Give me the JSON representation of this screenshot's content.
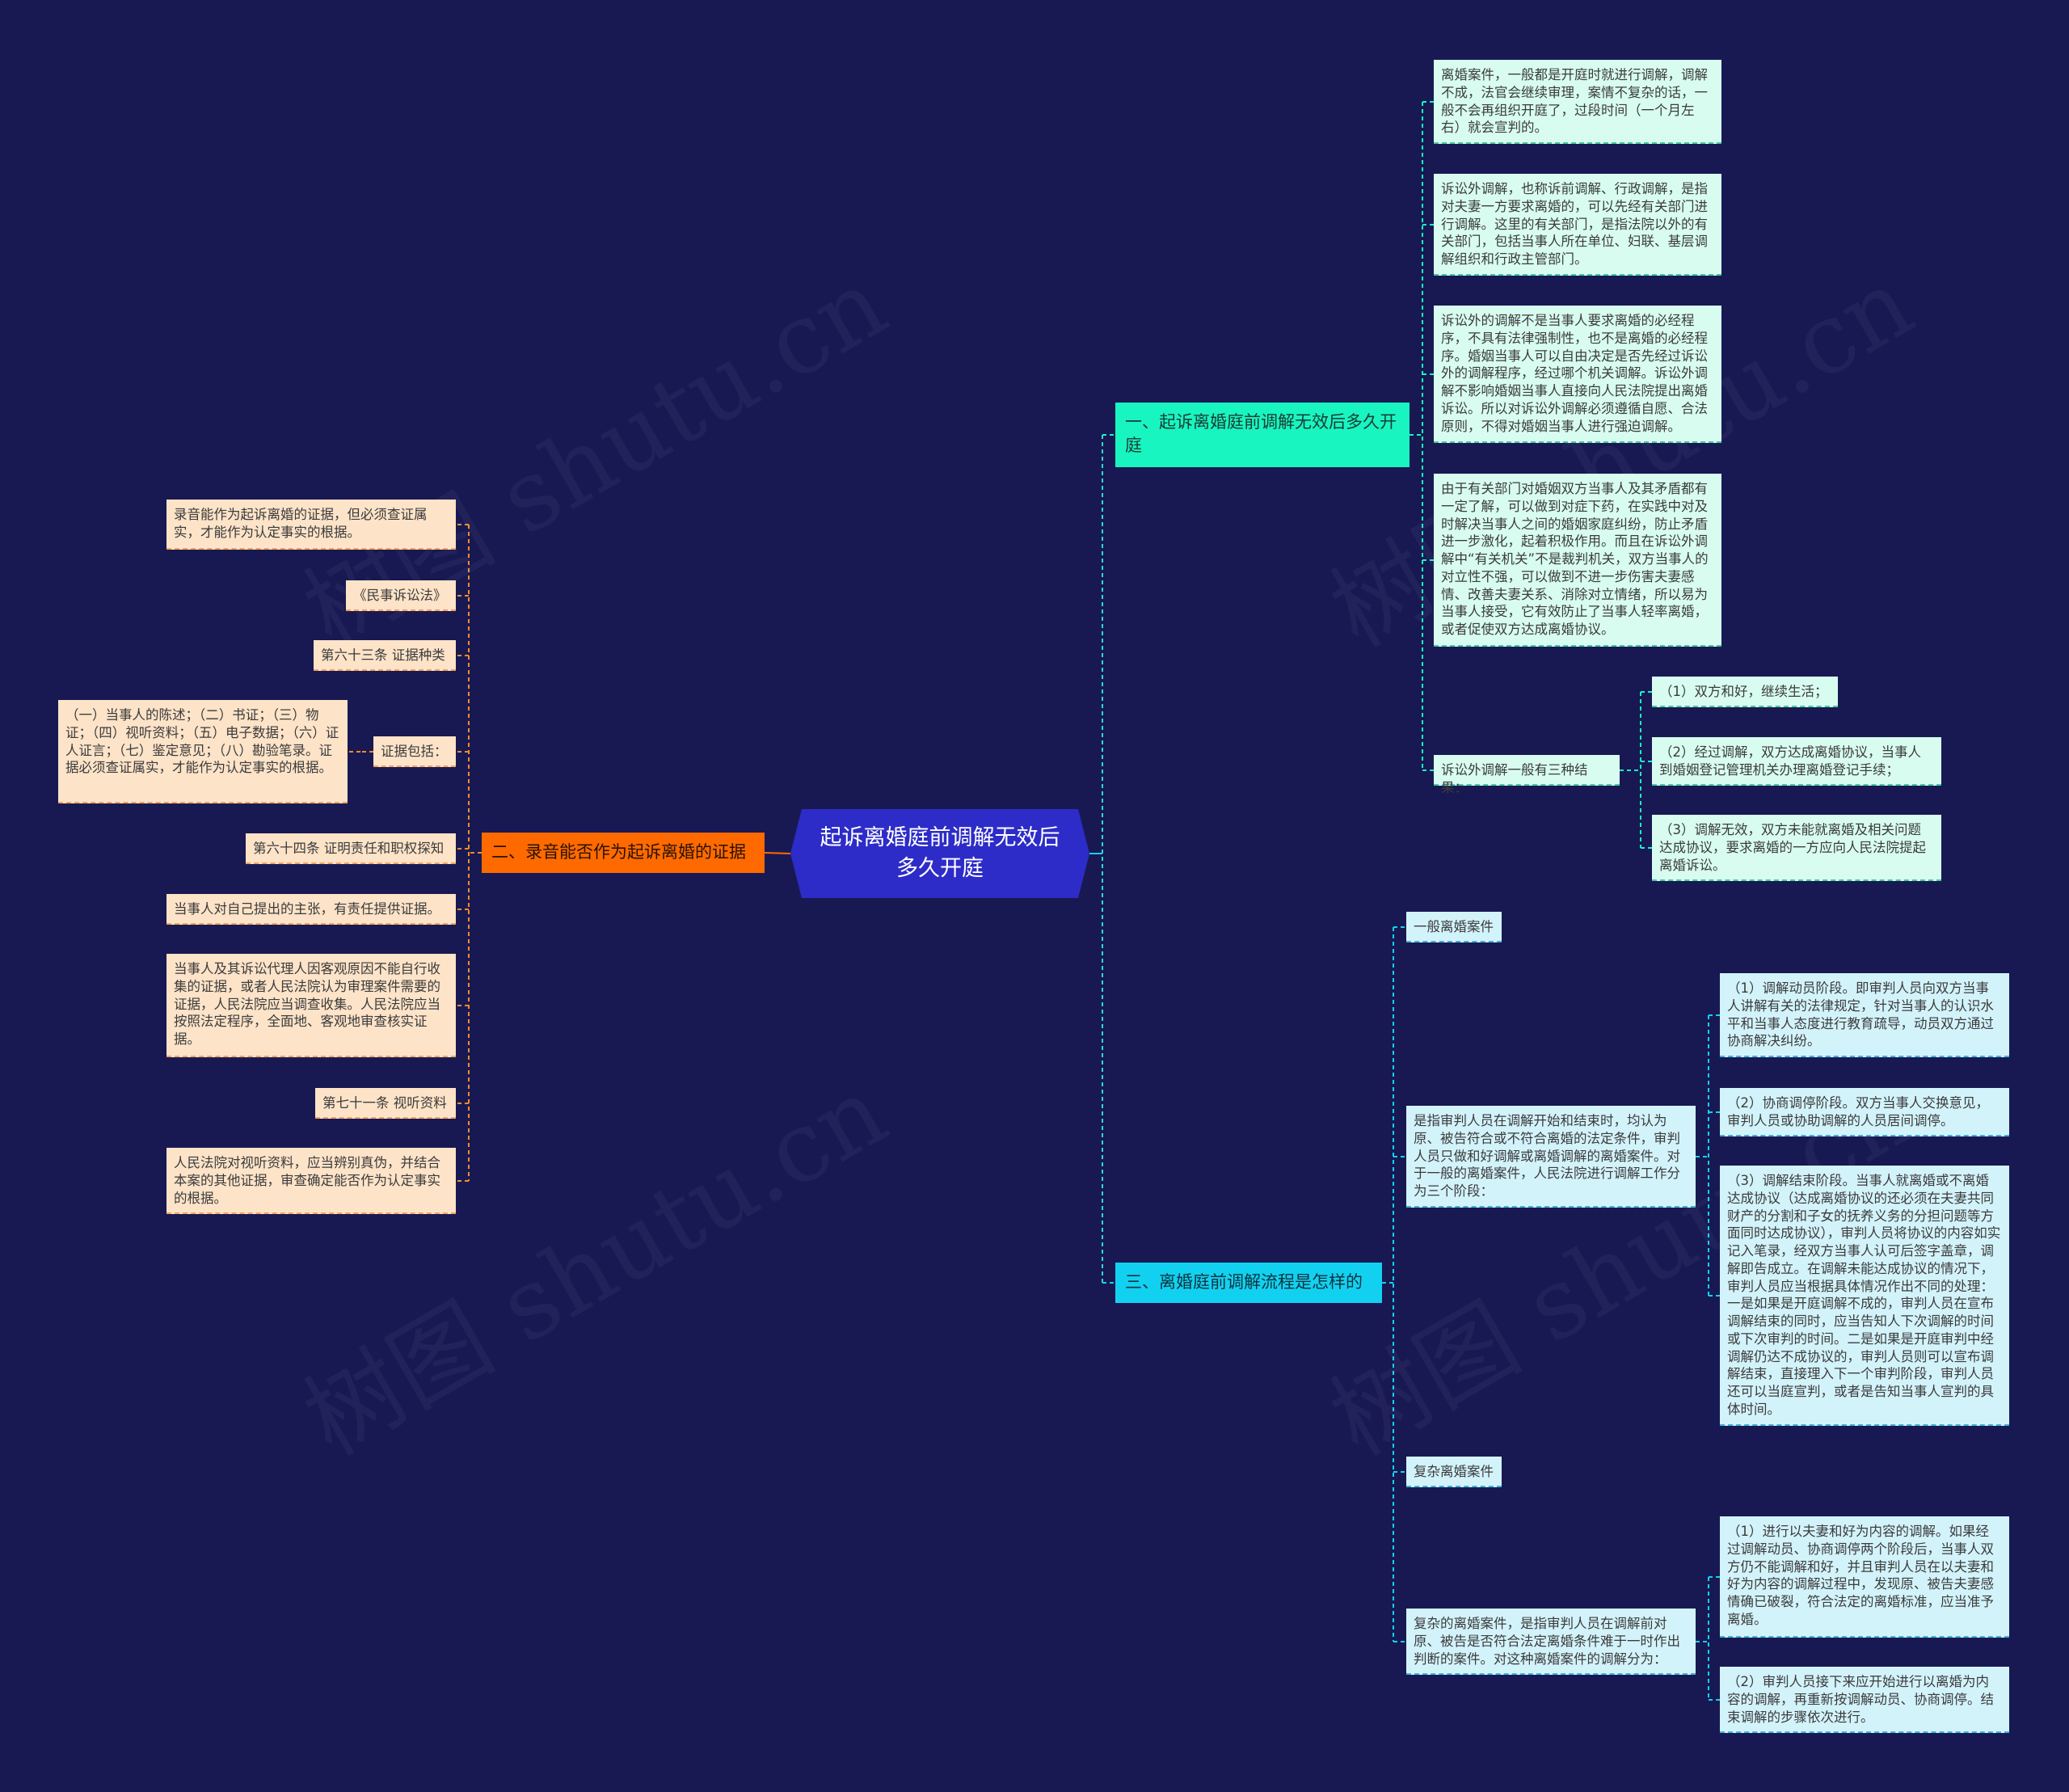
{
  "root": {
    "title": "起诉离婚庭前调解无效后多久开庭"
  },
  "colors": {
    "background": "#181952",
    "root": "#2d2cc8",
    "branch1": "#18f5c0",
    "branch2": "#ff6a00",
    "branch3": "#12d1f0"
  },
  "watermark": "树图 shutu.cn",
  "branch1": {
    "title": "一、起诉离婚庭前调解无效后多久开庭",
    "items": [
      "离婚案件，一般都是开庭时就进行调解，调解不成，法官会继续审理，案情不复杂的话，一般不会再组织开庭了，过段时间（一个月左右）就会宣判的。",
      "诉讼外调解，也称诉前调解、行政调解，是指对夫妻一方要求离婚的，可以先经有关部门进行调解。这里的有关部门，是指法院以外的有关部门，包括当事人所在单位、妇联、基层调解组织和行政主管部门。",
      "诉讼外的调解不是当事人要求离婚的必经程序，不具有法律强制性，也不是离婚的必经程序。婚姻当事人可以自由决定是否先经过诉讼外的调解程序，经过哪个机关调解。诉讼外调解不影响婚姻当事人直接向人民法院提出离婚诉讼。所以对诉讼外调解必须遵循自愿、合法原则，不得对婚姻当事人进行强迫调解。",
      "由于有关部门对婚姻双方当事人及其矛盾都有一定了解，可以做到对症下药，在实践中对及时解决当事人之间的婚姻家庭纠纷，防止矛盾进一步激化，起着积极作用。而且在诉讼外调解中“有关机关”不是裁判机关，双方当事人的对立性不强，可以做到不进一步伤害夫妻感情、改善夫妻关系、消除对立情绪，所以易为当事人接受，它有效防止了当事人轻率离婚，或者促使双方达成离婚协议。"
    ],
    "results": {
      "label": "诉讼外调解一般有三种结果：",
      "items": [
        "（1）双方和好，继续生活；",
        "（2）经过调解，双方达成离婚协议，当事人到婚姻登记管理机关办理离婚登记手续；",
        "（3）调解无效，双方未能就离婚及相关问题达成协议，要求离婚的一方应向人民法院提起离婚诉讼。"
      ]
    }
  },
  "branch2": {
    "title": "二、录音能否作为起诉离婚的证据",
    "items": [
      "录音能作为起诉离婚的证据，但必须查证属实，才能作为认定事实的根据。",
      "《民事诉讼法》",
      "第六十三条 证据种类",
      "证据包括：",
      "第六十四条 证明责任和职权探知",
      "当事人对自己提出的主张，有责任提供证据。",
      "当事人及其诉讼代理人因客观原因不能自行收集的证据，或者人民法院认为审理案件需要的证据，人民法院应当调查收集。人民法院应当按照法定程序，全面地、客观地审查核实证据。",
      "第七十一条 视听资料",
      "人民法院对视听资料，应当辨别真伪，并结合本案的其他证据，审查确定能否作为认定事实的根据。"
    ],
    "evidence_detail": "（一）当事人的陈述；（二）书证；（三）物证；（四）视听资料；（五）电子数据；（六）证人证言；（七）鉴定意见；（八）勘验笔录。证据必须查证属实，才能作为认定事实的根据。"
  },
  "branch3": {
    "title": "三、离婚庭前调解流程是怎样的",
    "general": {
      "label": "一般离婚案件",
      "desc": "是指审判人员在调解开始和结束时，均认为原、被告符合或不符合离婚的法定条件，审判人员只做和好调解或离婚调解的离婚案件。对于一般的离婚案件，人民法院进行调解工作分为三个阶段：",
      "stages": [
        "（1）调解动员阶段。即审判人员向双方当事人讲解有关的法律规定，针对当事人的认识水平和当事人态度进行教育疏导，动员双方通过协商解决纠纷。",
        "（2）协商调停阶段。双方当事人交换意见，审判人员或协助调解的人员居间调停。",
        "（3）调解结束阶段。当事人就离婚或不离婚达成协议（达成离婚协议的还必须在夫妻共同财产的分割和子女的抚养义务的分担问题等方面同时达成协议），审判人员将协议的内容如实记入笔录，经双方当事人认可后签字盖章，调解即告成立。在调解未能达成协议的情况下，审判人员应当根据具体情况作出不同的处理：一是如果是开庭调解不成的，审判人员在宣布调解结束的同时，应当告知人下次调解的时间或下次审判的时间。二是如果是开庭审判中经调解仍达不成协议的，审判人员则可以宣布调解结束，直接理入下一个审判阶段，审判人员还可以当庭宣判，或者是告知当事人宣判的具体时间。"
      ]
    },
    "complex": {
      "label": "复杂离婚案件",
      "desc": "复杂的离婚案件，是指审判人员在调解前对原、被告是否符合法定离婚条件难于一时作出判断的案件。对这种离婚案件的调解分为：",
      "stages": [
        "（1）进行以夫妻和好为内容的调解。如果经过调解动员、协商调停两个阶段后，当事人双方仍不能调解和好，并且审判人员在以夫妻和好为内容的调解过程中，发现原、被告夫妻感情确已破裂，符合法定的离婚标准，应当准予离婚。",
        "（2）审判人员接下来应开始进行以离婚为内容的调解，再重新按调解动员、协商调停。结束调解的步骤依次进行。"
      ]
    }
  }
}
